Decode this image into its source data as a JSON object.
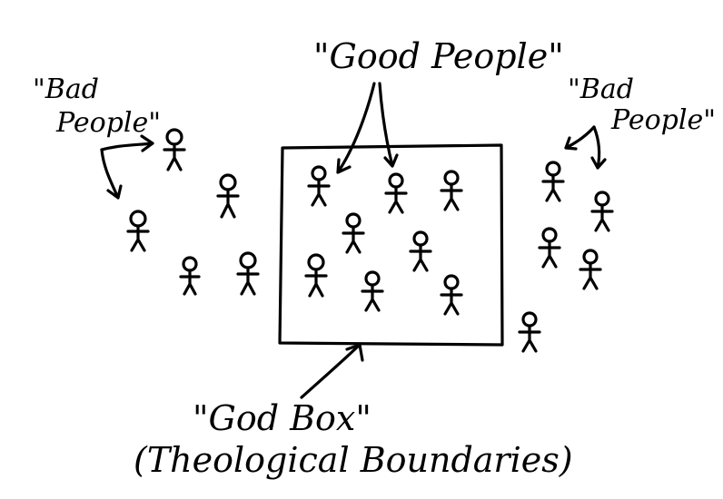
{
  "labels": {
    "good_people": "\"Good People\"",
    "bad_people_left_line1": "\"Bad",
    "bad_people_left_line2": "People\"",
    "bad_people_right_line1": "\"Bad",
    "bad_people_right_line2": "People\"",
    "god_box": "\"God Box\"",
    "theological_boundaries": "(Theological Boundaries)"
  },
  "colors": {
    "background": "#ffffff",
    "ink": "#000000"
  }
}
